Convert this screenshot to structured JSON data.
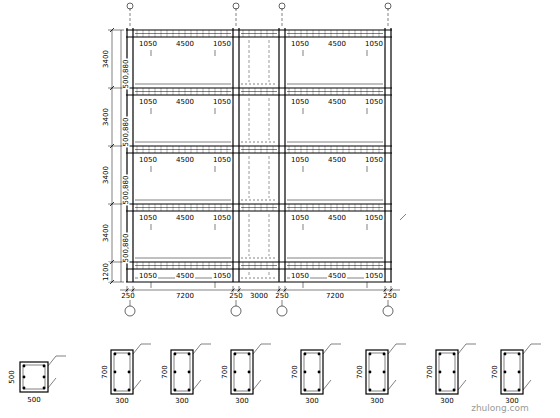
{
  "diagram": {
    "labels": [
      "1050",
      "4500",
      "1050",
      "1050",
      "4500",
      "1050",
      "1050",
      "4500",
      "1050",
      "1050",
      "4500",
      "1050",
      "1050",
      "4500",
      "1050",
      "1050",
      "4500",
      "1050",
      "1050",
      "4500",
      "1050",
      "1050",
      "4500",
      "1050",
      "1050",
      "4500",
      "1050",
      "1050",
      "4500",
      "1050",
      "3400",
      "3400",
      "3400",
      "3400",
      "1200",
      "500,880",
      "500,880",
      "500,880",
      "500,880",
      "250",
      "7200",
      "250",
      "3000",
      "250",
      "7200",
      "250",
      "500",
      "500",
      "700",
      "300",
      "700",
      "300",
      "700",
      "300",
      "700",
      "300",
      "700",
      "300",
      "700",
      "300",
      "700",
      "300",
      "zhulong.com"
    ]
  }
}
